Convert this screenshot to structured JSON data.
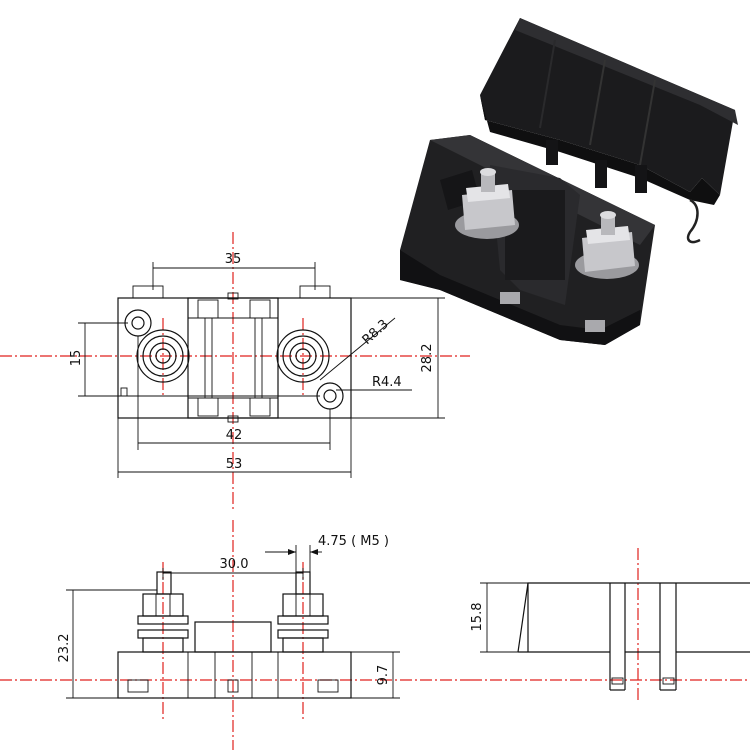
{
  "dimensions": {
    "top_width_35": "35",
    "top_height_15": "15",
    "radius_8_3": "R8.3",
    "radius_4_4": "R4.4",
    "height_28_2": "28.2",
    "hole_spacing_42": "42",
    "overall_width_53": "53",
    "stud_spacing_30": "30.0",
    "stud_size": "4.75 ( M5 )",
    "side_height_23_2": "23.2",
    "base_height_9_7": "9.7",
    "cover_height_15_8": "15.8"
  },
  "colors": {
    "line": "#111111",
    "centerline": "#e0211d",
    "housing": "#1c1c1e",
    "metal": "#c9c9cc"
  },
  "photo": {
    "description_icon": "fuse-holder-photo"
  }
}
